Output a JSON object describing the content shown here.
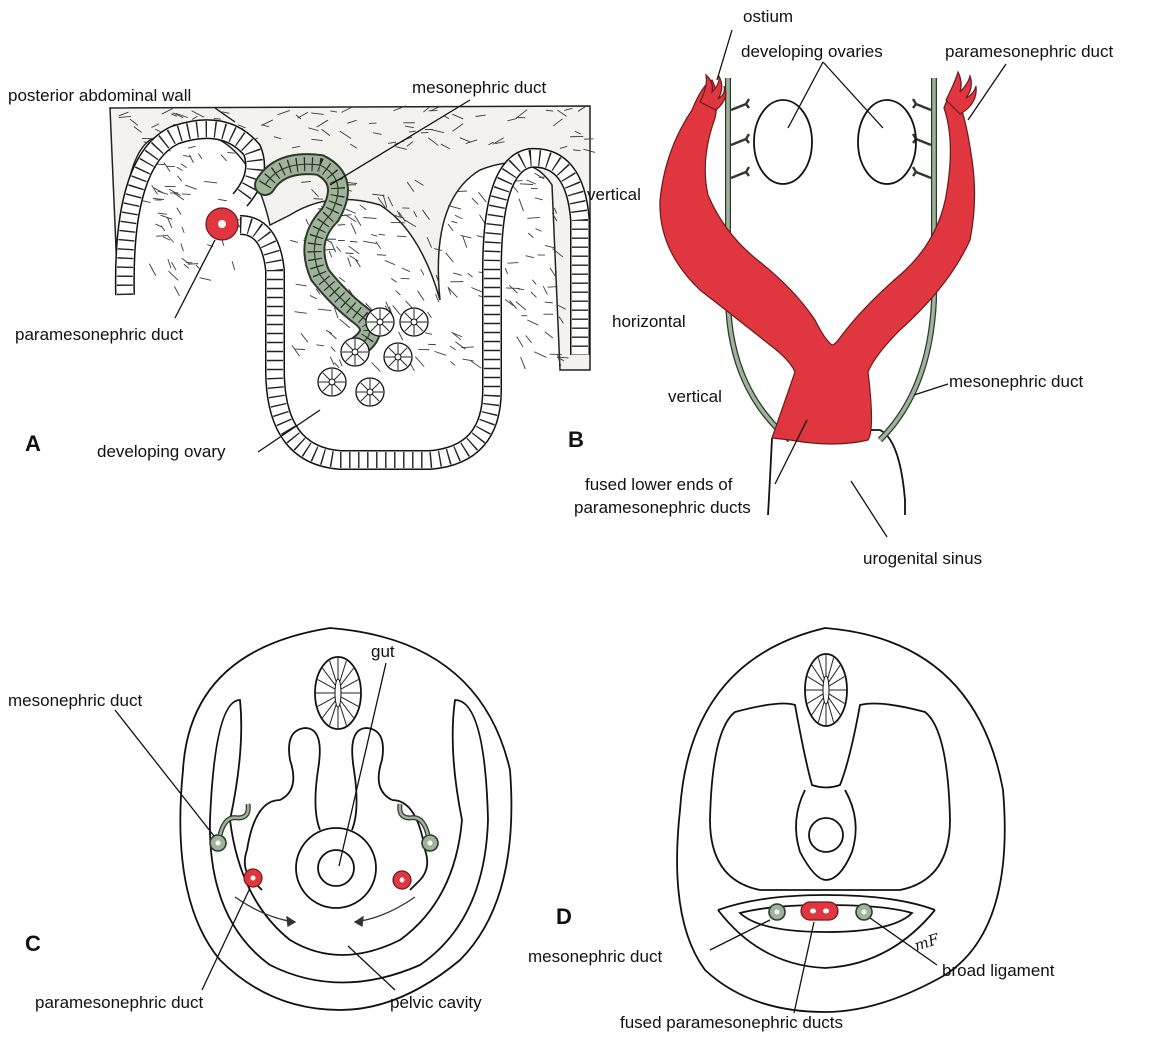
{
  "figure": {
    "panel_a": {
      "letter": "A",
      "labels": {
        "posterior_abdominal_wall": "posterior abdominal wall",
        "mesonephric_duct": "mesonephric duct",
        "paramesonephric_duct": "paramesonephric duct",
        "developing_ovary": "developing ovary"
      }
    },
    "panel_b": {
      "letter": "B",
      "labels": {
        "ostium": "ostium",
        "developing_ovaries": "developing ovaries",
        "paramesonephric_duct": "paramesonephric duct",
        "vertical_upper": "vertical",
        "horizontal": "horizontal",
        "vertical_lower": "vertical",
        "mesonephric_duct": "mesonephric duct",
        "fused_lower_ends_line1": "fused lower ends of",
        "fused_lower_ends_line2": "paramesonephric ducts",
        "urogenital_sinus": "urogenital sinus"
      }
    },
    "panel_c": {
      "letter": "C",
      "labels": {
        "gut": "gut",
        "mesonephric_duct": "mesonephric duct",
        "paramesonephric_duct": "paramesonephric duct",
        "pelvic_cavity": "pelvic cavity"
      }
    },
    "panel_d": {
      "letter": "D",
      "labels": {
        "mesonephric_duct": "mesonephric duct",
        "broad_ligament": "broad ligament",
        "fused_paramesonephric_ducts": "fused paramesonephric ducts"
      },
      "artist_initials": "mF"
    },
    "colors": {
      "paramesonephric": "#e0363f",
      "mesonephric": "#9fb39b",
      "outline": "#111111"
    }
  }
}
